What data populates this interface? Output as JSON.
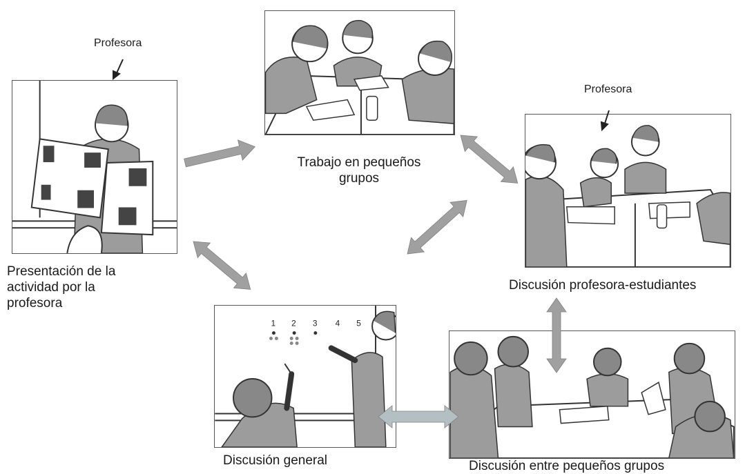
{
  "labels": {
    "teacher_top_left": "Profesora",
    "teacher_right": "Profesora"
  },
  "captions": {
    "presentation": [
      "Presentación de la",
      "actividad por la",
      "profesora"
    ],
    "small_groups": [
      "Trabajo en pequeños",
      "grupos"
    ],
    "teacher_students": "Discusión profesora-estudiantes",
    "general": "Discusión general",
    "between_groups": "Discusión entre pequeños grupos"
  },
  "board_numbers": [
    "1",
    "2",
    "3",
    "4",
    "5"
  ],
  "colors": {
    "arrow": "#a0a0a0",
    "figure_fill": "#9c9c9c",
    "outline": "#333333"
  }
}
